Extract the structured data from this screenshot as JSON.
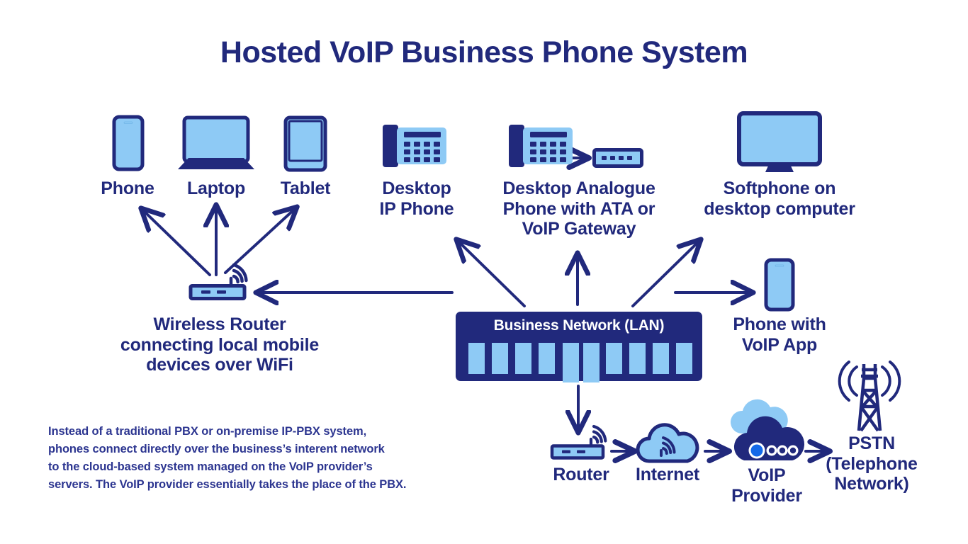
{
  "diagram": {
    "title": "Hosted VoIP Business Phone System",
    "caption_lines": [
      "Instead of a traditional PBX or on-premise IP-PBX system,",
      "phones connect directly over the business’s interent network",
      "to the cloud-based system managed on the VoIP provider’s",
      "servers. The VoIP provider essentially takes the place of the PBX."
    ],
    "colors": {
      "navy": "#21297c",
      "light_blue": "#8ecaf5",
      "accent_blue": "#1469e8",
      "background": "#ffffff",
      "caption_text": "#2c3590"
    },
    "lan": {
      "label": "Business Network (LAN)",
      "port_count": 10
    },
    "nodes": [
      {
        "id": "phone",
        "label": "Phone",
        "icon": "smartphone-icon"
      },
      {
        "id": "laptop",
        "label": "Laptop",
        "icon": "laptop-icon"
      },
      {
        "id": "tablet",
        "label": "Tablet",
        "icon": "tablet-icon"
      },
      {
        "id": "desktop-ip-phone",
        "label_line1": "Desktop",
        "label_line2": "IP Phone",
        "icon": "desk-phone-icon"
      },
      {
        "id": "analogue-phone",
        "label_line1": "Desktop Analogue",
        "label_line2": "Phone with ATA or",
        "label_line3": "VoIP Gateway",
        "icon": "desk-phone-ata-icon"
      },
      {
        "id": "softphone",
        "label_line1": "Softphone on",
        "label_line2": "desktop computer",
        "icon": "monitor-icon"
      },
      {
        "id": "wireless-router",
        "label_line1": "Wireless Router",
        "label_line2": "connecting local mobile",
        "label_line3": "devices over WiFi",
        "icon": "wifi-router-icon"
      },
      {
        "id": "phone-voip-app",
        "label_line1": "Phone with",
        "label_line2": "VoIP App",
        "icon": "smartphone-icon"
      },
      {
        "id": "router",
        "label": "Router",
        "icon": "wifi-router-icon"
      },
      {
        "id": "internet",
        "label": "Internet",
        "icon": "cloud-wifi-icon"
      },
      {
        "id": "voip-provider",
        "label_line1": "VoIP",
        "label_line2": "Provider",
        "icon": "cloud-server-icon"
      },
      {
        "id": "pstn",
        "label_line1": "PSTN",
        "label_line2": "(Telephone",
        "label_line3": "Network)",
        "icon": "cell-tower-icon"
      }
    ],
    "connections": [
      {
        "from": "wireless-router",
        "to": "phone",
        "direction": "up-left"
      },
      {
        "from": "wireless-router",
        "to": "laptop",
        "direction": "up"
      },
      {
        "from": "wireless-router",
        "to": "tablet",
        "direction": "up-right"
      },
      {
        "from": "lan",
        "to": "desktop-ip-phone",
        "direction": "up-left"
      },
      {
        "from": "lan",
        "to": "analogue-phone",
        "direction": "up"
      },
      {
        "from": "lan",
        "to": "softphone",
        "direction": "up-right"
      },
      {
        "from": "lan",
        "to": "wireless-router",
        "direction": "left"
      },
      {
        "from": "lan",
        "to": "phone-voip-app",
        "direction": "right"
      },
      {
        "from": "lan",
        "to": "router",
        "direction": "down"
      },
      {
        "from": "router",
        "to": "internet",
        "direction": "right"
      },
      {
        "from": "internet",
        "to": "voip-provider",
        "direction": "right"
      },
      {
        "from": "voip-provider",
        "to": "pstn",
        "direction": "right"
      },
      {
        "from": "analogue-phone-body",
        "to": "ata-device",
        "direction": "right"
      }
    ]
  }
}
